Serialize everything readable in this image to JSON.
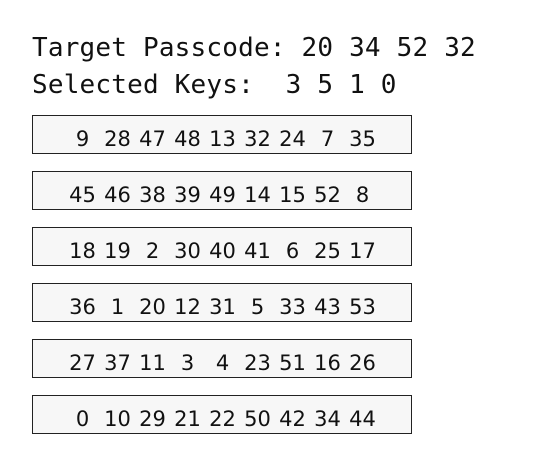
{
  "header": {
    "target_label": "Target Passcode:",
    "target_value": "20 34 52 32",
    "selected_label": "Selected Keys:",
    "selected_value": "3 5 1 0"
  },
  "keypad": {
    "rows": [
      [
        "9",
        "28",
        "47",
        "48",
        "13",
        "32",
        "24",
        "7",
        "35"
      ],
      [
        "45",
        "46",
        "38",
        "39",
        "49",
        "14",
        "15",
        "52",
        "8"
      ],
      [
        "18",
        "19",
        "2",
        "30",
        "40",
        "41",
        "6",
        "25",
        "17"
      ],
      [
        "36",
        "1",
        "20",
        "12",
        "31",
        "5",
        "33",
        "43",
        "53"
      ],
      [
        "27",
        "37",
        "11",
        "3",
        "4",
        "23",
        "51",
        "16",
        "26"
      ],
      [
        "0",
        "10",
        "29",
        "21",
        "22",
        "50",
        "42",
        "34",
        "44"
      ]
    ]
  }
}
